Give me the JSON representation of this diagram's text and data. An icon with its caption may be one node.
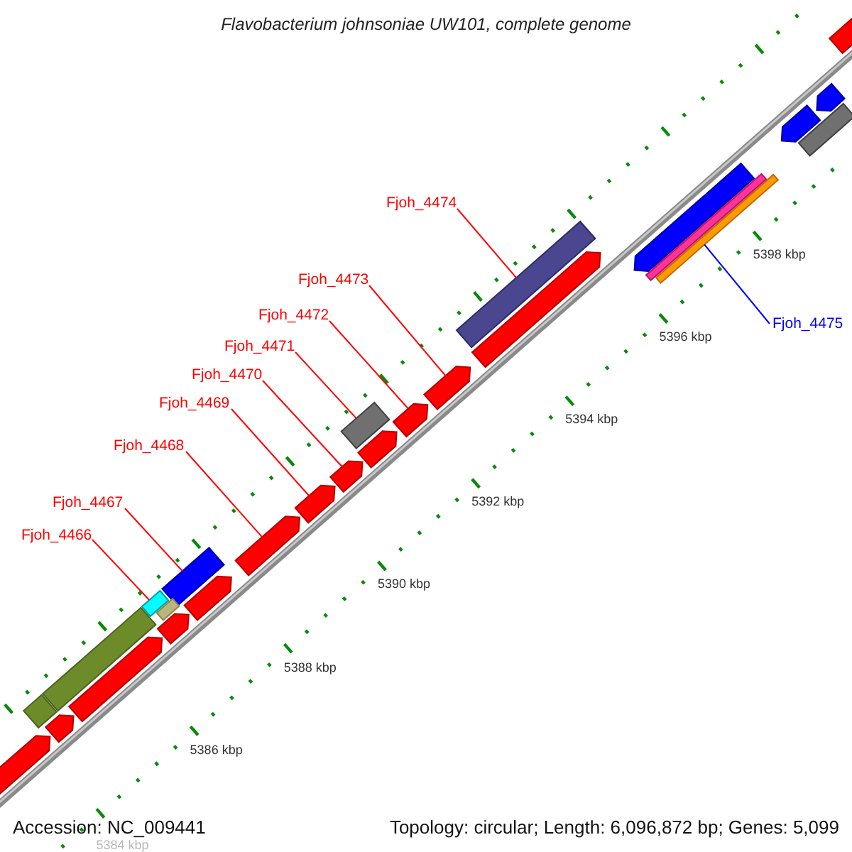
{
  "diagram": {
    "title": "Flavobacterium johnsoniae UW101, complete genome",
    "nodes": [
      {
        "text": [
          "Fjoh_4466"
        ]
      },
      {
        "text": [
          "Fjoh_4467"
        ]
      },
      {
        "text": [
          "Fjoh_4468"
        ]
      },
      {
        "text": [
          "Fjoh_4469"
        ]
      },
      {
        "text": [
          "Fjoh_4470"
        ]
      },
      {
        "text": [
          "Fjoh_4471"
        ]
      },
      {
        "text": [
          "Fjoh_4472"
        ]
      },
      {
        "text": [
          "Fjoh_4473"
        ]
      },
      {
        "text": [
          "Fjoh_4474"
        ]
      },
      {
        "text": [
          "Fjoh_4475"
        ]
      },
      {
        "text": [],
        "shape": "bar"
      },
      {
        "text": [],
        "shape": "bar"
      },
      {
        "text": [],
        "shape": "arrow"
      },
      {
        "text": [],
        "shape": "arrow"
      },
      {
        "text": [],
        "shape": "arrow"
      },
      {
        "text": [],
        "shape": "bar"
      },
      {
        "text": [],
        "shape": "arrow"
      },
      {
        "text": [],
        "shape": "arrow"
      },
      {
        "text": [],
        "shape": "bar"
      },
      {
        "text": [],
        "shape": "bar"
      },
      {
        "text": [],
        "shape": "arrow"
      },
      {
        "text": [],
        "shape": "bar"
      },
      {
        "text": [],
        "shape": "arrow"
      },
      {
        "text": [],
        "shape": "bar"
      },
      {
        "text": [],
        "shape": "arrow"
      },
      {
        "text": [],
        "shape": "arrow"
      },
      {
        "text": [],
        "shape": "bar"
      },
      {
        "text": [],
        "shape": "arrow"
      },
      {
        "text": [],
        "shape": "arrow"
      },
      {
        "text": [],
        "shape": "arrow"
      },
      {
        "text": [],
        "shape": "arrow"
      },
      {
        "text": [],
        "shape": "bar"
      },
      {
        "text": [],
        "shape": "arrow"
      },
      {
        "text": [],
        "shape": "bar"
      },
      {
        "text": [],
        "shape": "arrow"
      },
      {
        "text": [],
        "shape": "arrow"
      }
    ],
    "edges": [
      {
        "from": 0,
        "to": 10,
        "arrow": "none"
      },
      {
        "from": 1,
        "to": 11,
        "arrow": "none"
      },
      {
        "from": 2,
        "to": 12,
        "arrow": "none"
      },
      {
        "from": 3,
        "to": 13,
        "arrow": "none"
      },
      {
        "from": 4,
        "to": 14,
        "arrow": "none"
      },
      {
        "from": 5,
        "to": 15,
        "arrow": "none"
      },
      {
        "from": 6,
        "to": 16,
        "arrow": "none"
      },
      {
        "from": 7,
        "to": 17,
        "arrow": "none"
      },
      {
        "from": 8,
        "to": 18,
        "arrow": "none"
      },
      {
        "from": 9,
        "to": 19,
        "arrow": "none",
        "color": "#0000ff"
      }
    ],
    "labels": [
      "5398 kbp",
      "5396 kbp",
      "5394 kbp",
      "5392 kbp",
      "5390 kbp",
      "5388 kbp",
      "5386 kbp",
      "5384 kbp",
      "Accession: NC_009441",
      "Topology: circular; Length: 6,096,872 bp; Genes: 5,099"
    ]
  }
}
